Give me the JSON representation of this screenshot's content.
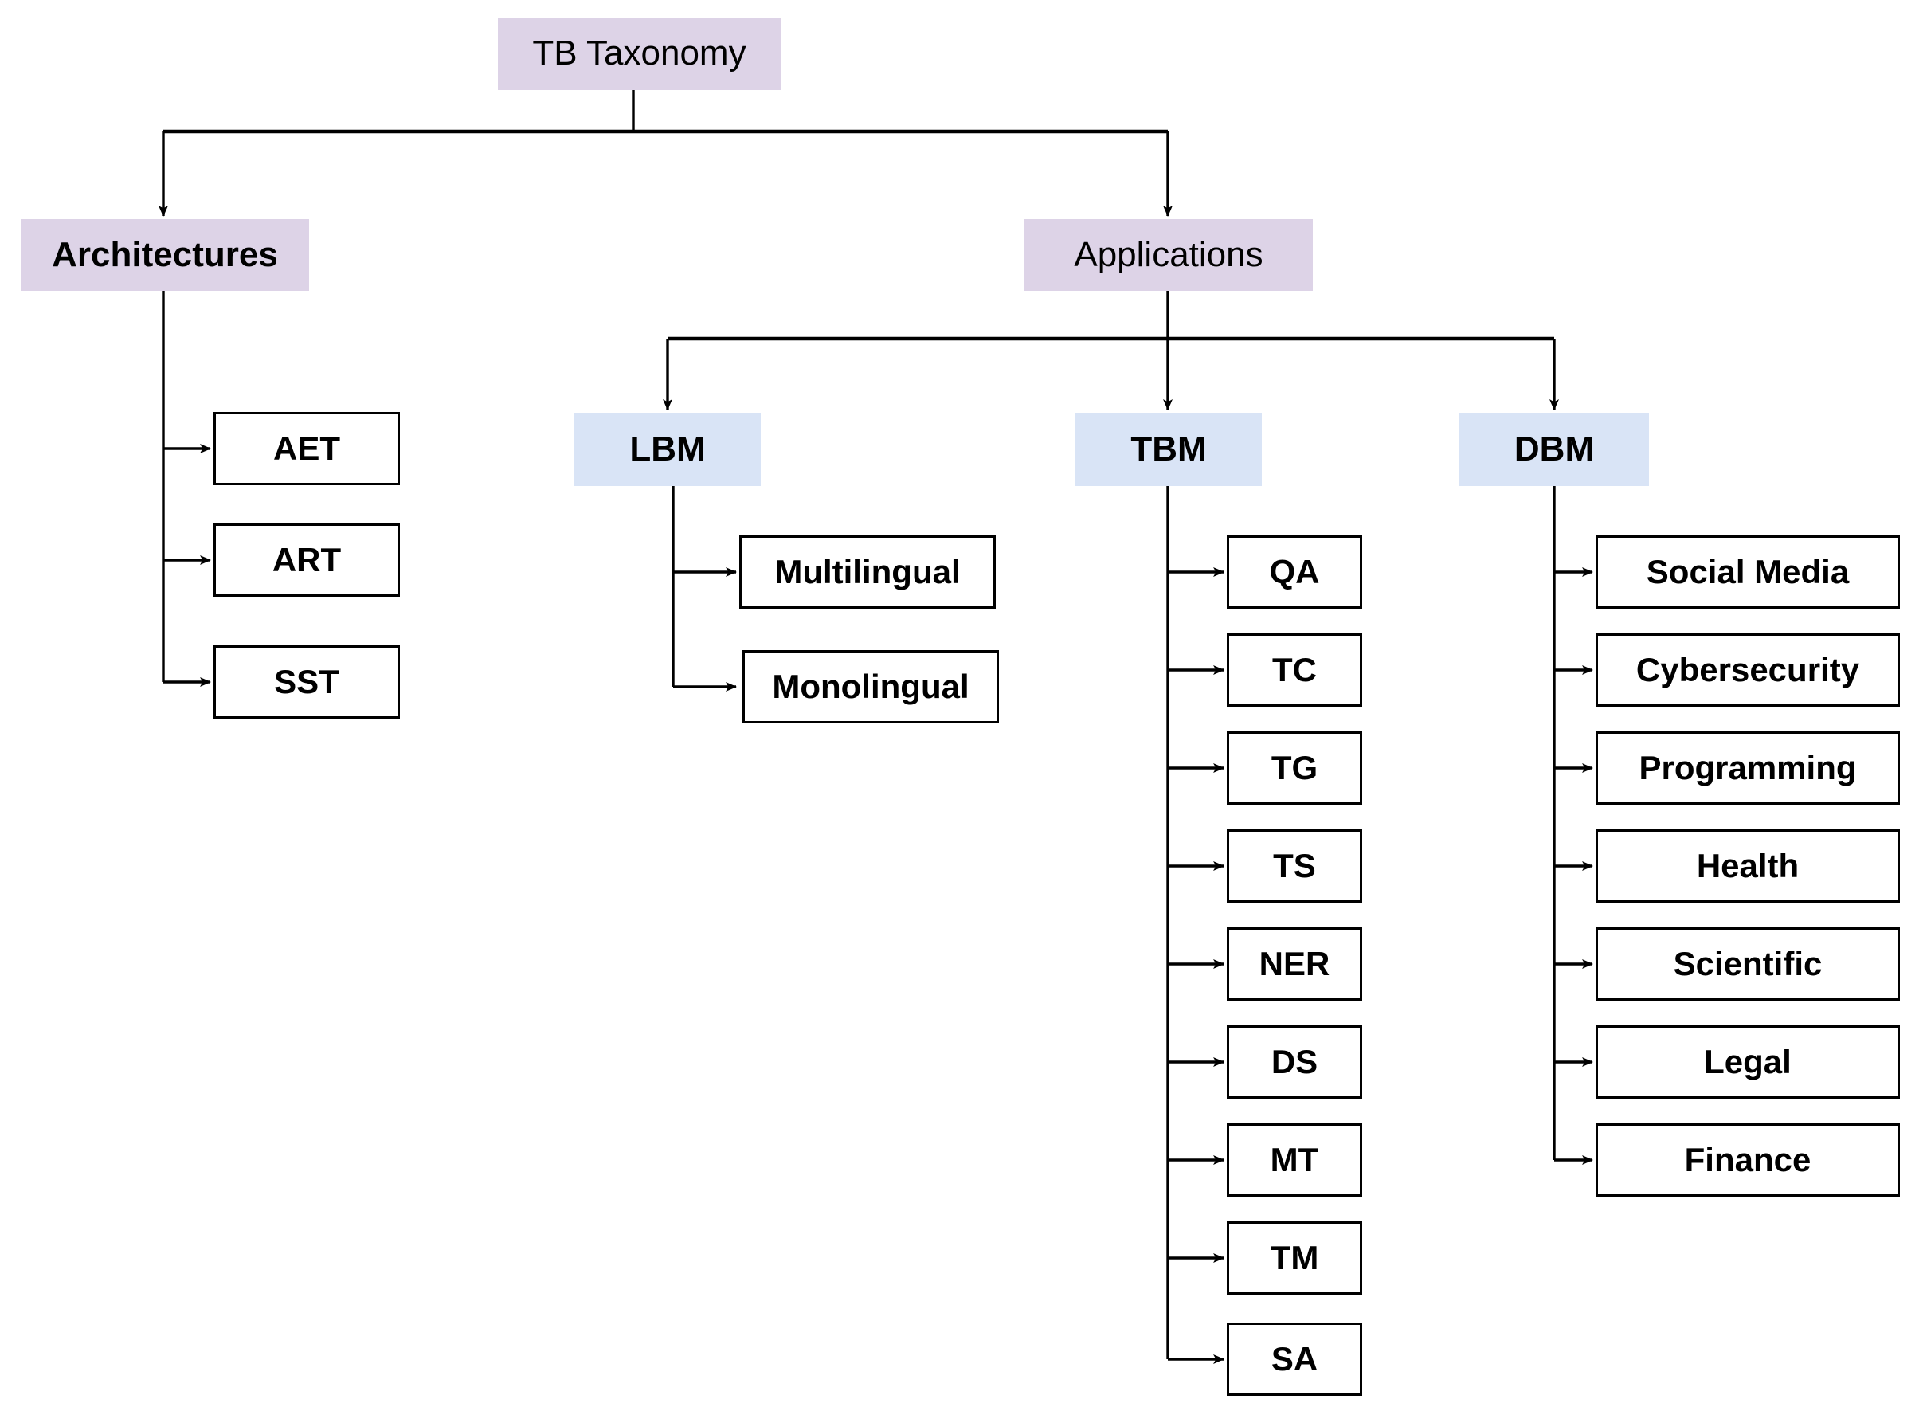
{
  "diagram": {
    "title": "TB Taxonomy",
    "root": {
      "label": "TB Taxonomy",
      "fill": "#ddd3e7"
    },
    "branches": {
      "architectures": {
        "label": "Architectures",
        "fill": "#ddd3e7",
        "children": [
          {
            "label": "AET"
          },
          {
            "label": "ART"
          },
          {
            "label": "SST"
          }
        ]
      },
      "applications": {
        "label": "Applications",
        "fill": "#ddd3e7",
        "groups": [
          {
            "label": "LBM",
            "fill": "#d9e4f6",
            "children": [
              {
                "label": "Multilingual"
              },
              {
                "label": "Monolingual"
              }
            ]
          },
          {
            "label": "TBM",
            "fill": "#d9e4f6",
            "children": [
              {
                "label": "QA"
              },
              {
                "label": "TC"
              },
              {
                "label": "TG"
              },
              {
                "label": "TS"
              },
              {
                "label": "NER"
              },
              {
                "label": "DS"
              },
              {
                "label": "MT"
              },
              {
                "label": "TM"
              },
              {
                "label": "SA"
              }
            ]
          },
          {
            "label": "DBM",
            "fill": "#d9e4f6",
            "children": [
              {
                "label": "Social Media"
              },
              {
                "label": "Cybersecurity"
              },
              {
                "label": "Programming"
              },
              {
                "label": "Health"
              },
              {
                "label": "Scientific"
              },
              {
                "label": "Legal"
              },
              {
                "label": "Finance"
              }
            ]
          }
        ]
      }
    },
    "colors": {
      "purple_fill": "#ddd3e7",
      "blue_fill": "#d9e4f6",
      "edge": "#000000",
      "leaf_border": "#000000",
      "background": "#ffffff"
    }
  }
}
